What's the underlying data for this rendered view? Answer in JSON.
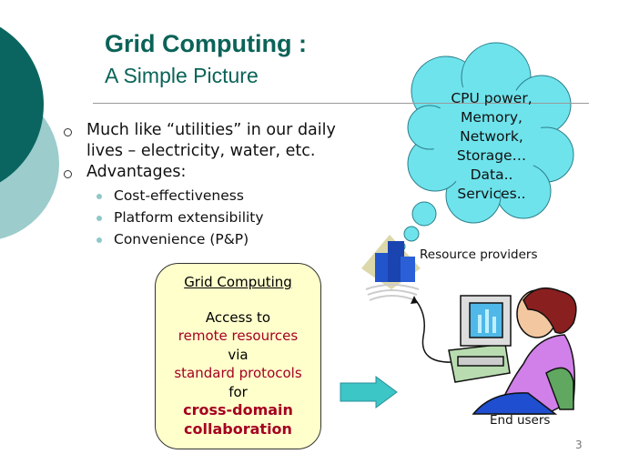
{
  "title": "Grid Computing :",
  "subtitle": "A Simple Picture",
  "bullets": [
    {
      "lines": [
        "Much like “utilities” in our daily",
        "lives – electricity, water, etc."
      ]
    },
    {
      "lines": [
        "Advantages:"
      ]
    }
  ],
  "sub_bullets": [
    "Cost-effectiveness",
    "Platform extensibility",
    "Convenience (P&P)"
  ],
  "box": {
    "heading": "Grid Computing",
    "lines": [
      "Access to",
      "remote resources",
      "via",
      "standard protocols",
      "for",
      "cross-domain",
      "collaboration"
    ]
  },
  "cloud": [
    "CPU power,",
    "Memory,",
    "Network,",
    "Storage…",
    "Data..",
    "Services.."
  ],
  "labels": {
    "resource_providers": "Resource providers",
    "end_users": "End users"
  },
  "page_number": "3",
  "colors": {
    "title": "#0b6358",
    "dark_circle": "#0a6560",
    "light_circle": "#9ccccc",
    "cloud": "#6ee3ec",
    "box_fill": "#ffffcc",
    "arrow": "#3cc6c6",
    "red_text": "#a50021"
  }
}
